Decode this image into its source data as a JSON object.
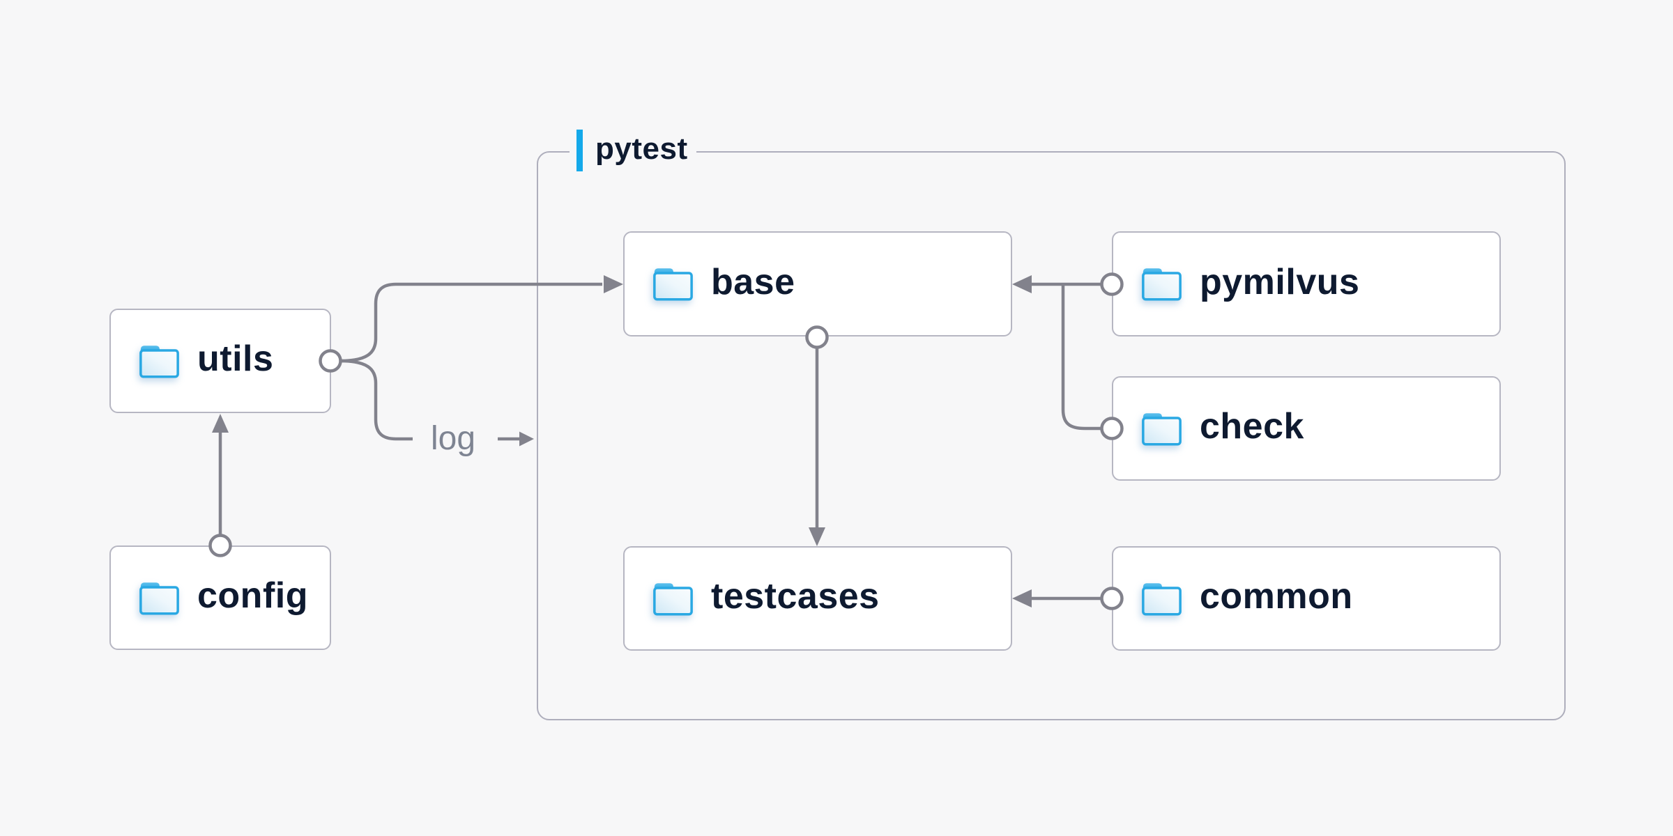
{
  "container": {
    "label": "pytest"
  },
  "nodes": [
    {
      "id": "utils",
      "label": "utils",
      "icon": "folder-icon"
    },
    {
      "id": "config",
      "label": "config",
      "icon": "folder-icon"
    },
    {
      "id": "base",
      "label": "base",
      "icon": "folder-icon"
    },
    {
      "id": "pymilvus",
      "label": "pymilvus",
      "icon": "folder-icon"
    },
    {
      "id": "check",
      "label": "check",
      "icon": "folder-icon"
    },
    {
      "id": "testcases",
      "label": "testcases",
      "icon": "folder-icon"
    },
    {
      "id": "common",
      "label": "common",
      "icon": "folder-icon"
    }
  ],
  "edge_label": {
    "text": "log"
  },
  "edges": [
    {
      "from": "config",
      "to": "utils",
      "marker": "arrow"
    },
    {
      "from": "utils",
      "to": "base",
      "marker": "arrow"
    },
    {
      "from": "utils",
      "to": "log",
      "marker": "none"
    },
    {
      "from": "log",
      "to": "pytest-container",
      "marker": "arrow"
    },
    {
      "from": "pymilvus",
      "to": "base",
      "marker": "arrow"
    },
    {
      "from": "check",
      "to": "base",
      "marker": "arrow"
    },
    {
      "from": "base",
      "to": "testcases",
      "marker": "arrow"
    },
    {
      "from": "common",
      "to": "testcases",
      "marker": "arrow"
    }
  ],
  "colors": {
    "background": "#f7f7f8",
    "accent_blue": "#14a9ea",
    "node_text": "#0e1a30",
    "node_border": "#b6b6c2",
    "container_border": "#aeaebc",
    "connector": "#82828c",
    "edge_label_text": "#7e8492",
    "folder_blue": "#29a8e3"
  }
}
